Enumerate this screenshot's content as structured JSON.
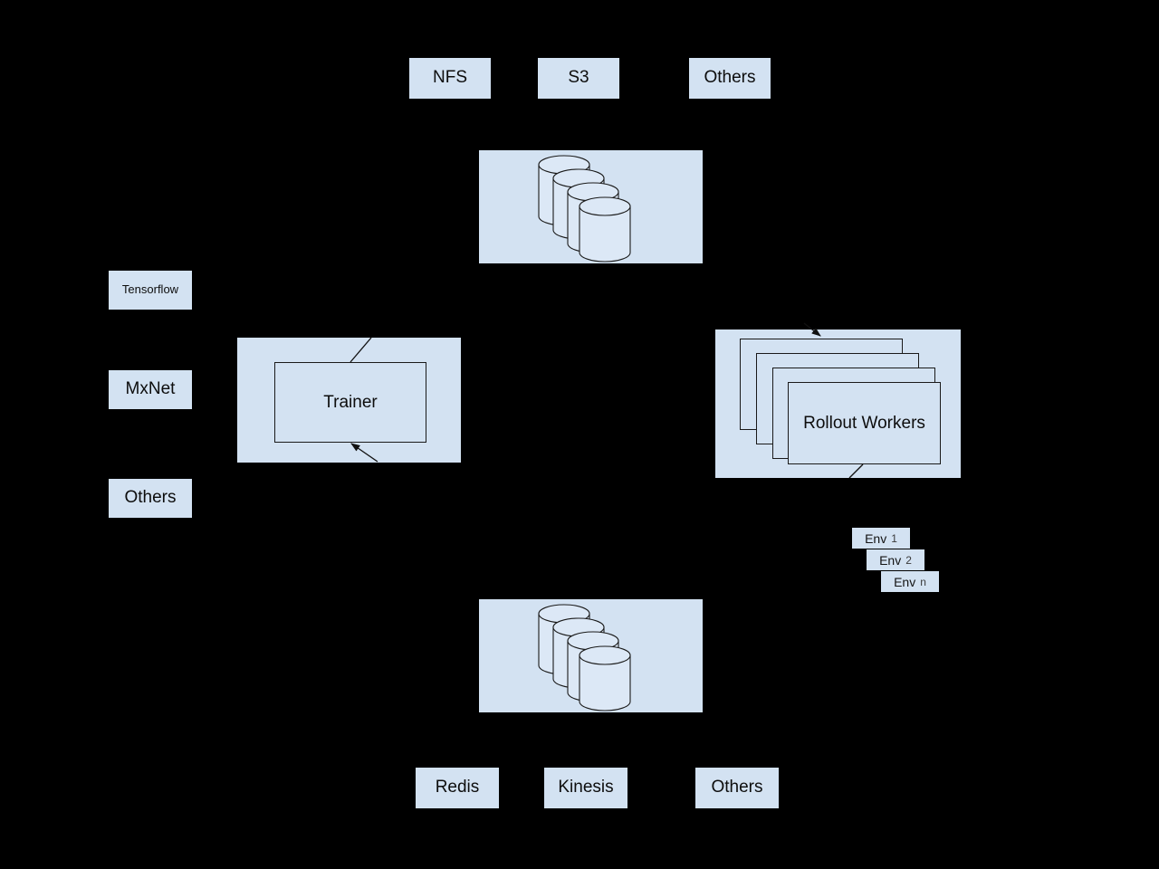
{
  "diagram": {
    "background_color": "#000000",
    "node_fill": "#d3e2f2",
    "stroke_color": "#1a1a1a",
    "storage_backends": [
      {
        "label": "NFS"
      },
      {
        "label": "S3"
      },
      {
        "label": "Others"
      }
    ],
    "frameworks": [
      {
        "label": "Tensorflow"
      },
      {
        "label": "MxNet"
      },
      {
        "label": "Others"
      }
    ],
    "streaming_backends": [
      {
        "label": "Redis"
      },
      {
        "label": "Kinesis"
      },
      {
        "label": "Others"
      }
    ],
    "trainer": {
      "label": "Trainer"
    },
    "rollout_workers": {
      "label": "Rollout Workers",
      "stack_count": 4
    },
    "environments": [
      {
        "name": "Env",
        "index": "1"
      },
      {
        "name": "Env",
        "index": "2"
      },
      {
        "name": "Env",
        "index": "n"
      }
    ],
    "model_store": {
      "label": "",
      "cylinder_count": 4
    },
    "data_store": {
      "label": "",
      "cylinder_count": 4
    },
    "edges": [
      {
        "from": "rollout-workers",
        "to": "trainer",
        "arrow": "to"
      },
      {
        "from": "trainer",
        "to": "rollout-workers",
        "arrow": "to"
      }
    ]
  }
}
